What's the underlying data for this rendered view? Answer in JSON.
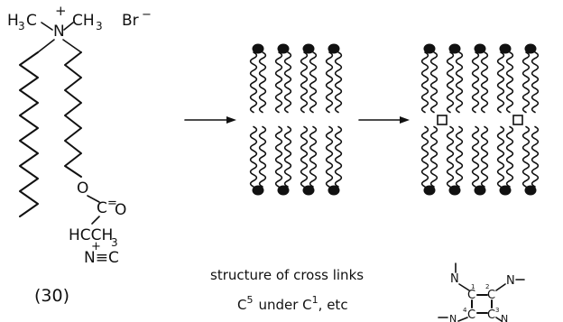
{
  "molecule": {
    "methyl_left": "H",
    "methyl_left_sub": "3",
    "methyl_left_c": "C",
    "charge_n": "+",
    "nitrogen": "N",
    "methyl_right": "CH",
    "methyl_right_sub": "3",
    "counterion": "Br",
    "counterion_charge": "−",
    "ester_o": "O",
    "carbonyl": "C",
    "carbonyl_eq": "=",
    "carbonyl_o": "O",
    "hc_group": "HCCH",
    "hc_sub": "3",
    "isocyanide_plus": "+",
    "isocyanide": "N≡C",
    "compound_number": "(30)"
  },
  "caption": {
    "line1": "structure of cross links",
    "line2_c5": "C",
    "line2_c5_sup": "5",
    "line2_mid": "under C",
    "line2_c1_sup": "1",
    "line2_end": ", etc"
  },
  "crosslink": {
    "n_top": "N",
    "n_right": "N",
    "n_left": "N",
    "n_bottom": "N",
    "c1": "C",
    "c2": "C",
    "c3": "C",
    "c4": "C",
    "num1": "1",
    "num2": "2",
    "num3": "3",
    "num4": "4"
  }
}
